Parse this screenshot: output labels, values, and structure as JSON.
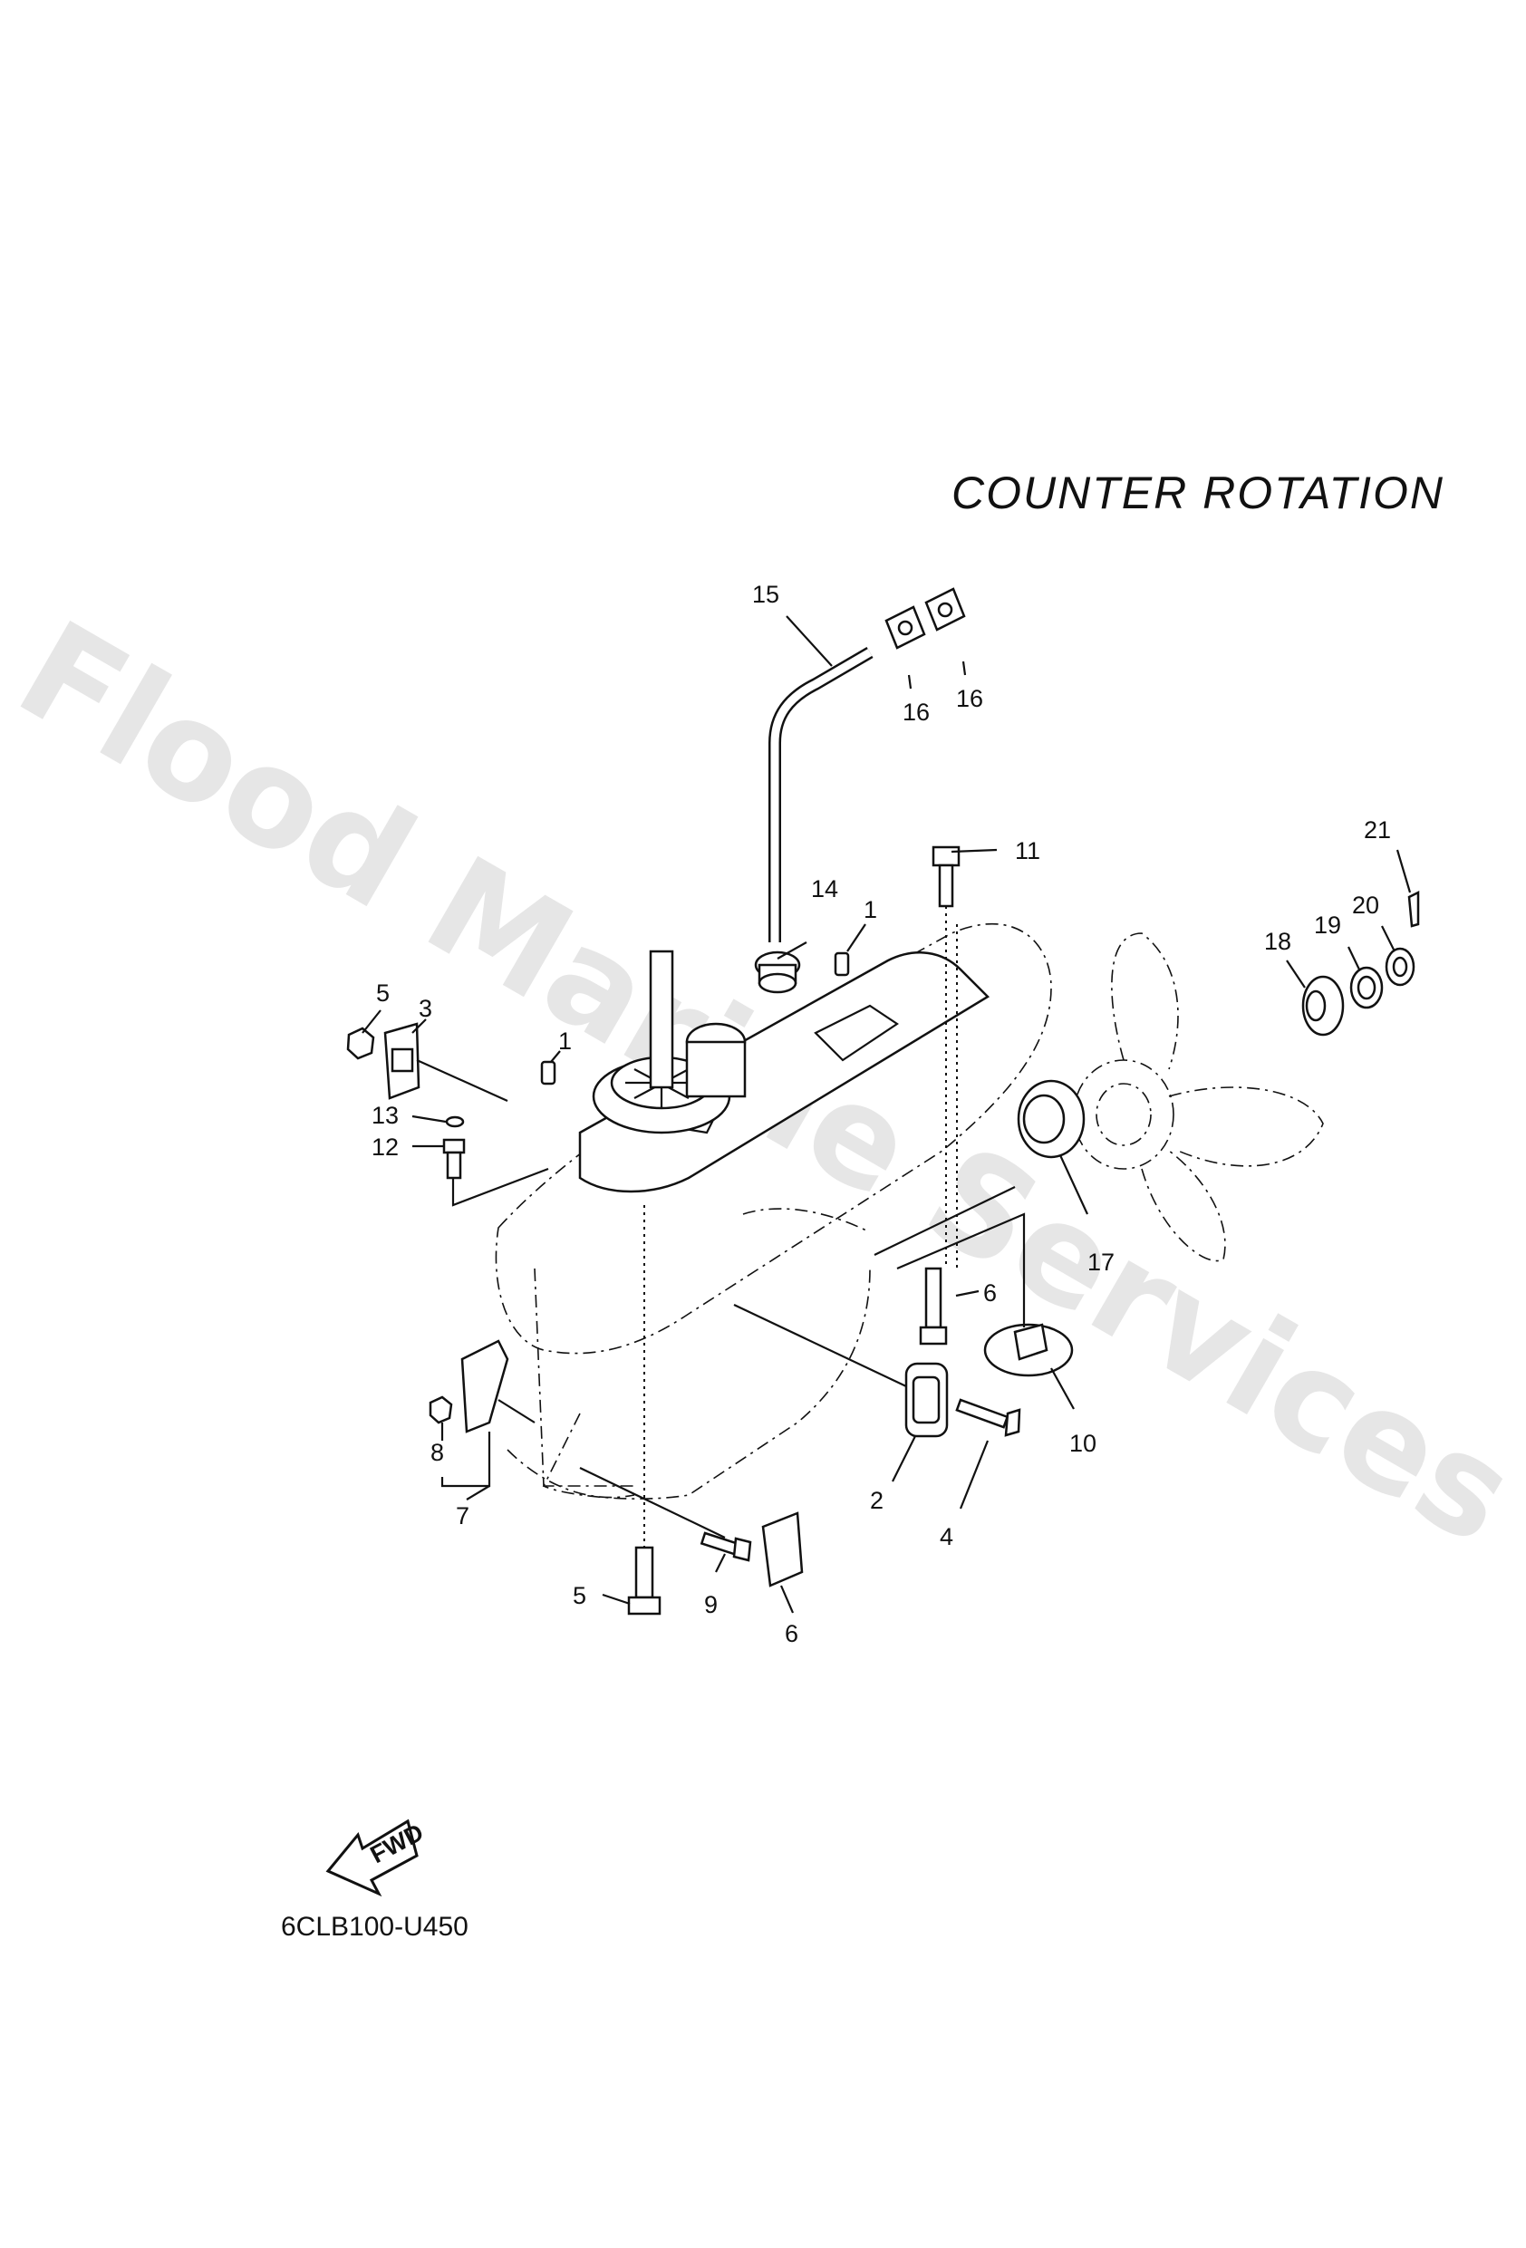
{
  "title": "COUNTER  ROTATION",
  "diagram_code": "6CLB100-U450",
  "watermark": "Flood Marine Services",
  "fwd_arrow_label": "FWD",
  "callouts": {
    "c1a": "1",
    "c1b": "1",
    "c2": "2",
    "c3": "3",
    "c4": "4",
    "c5a": "5",
    "c5b": "5",
    "c6a": "6",
    "c6b": "6",
    "c7": "7",
    "c8": "8",
    "c9": "9",
    "c10": "10",
    "c11": "11",
    "c12": "12",
    "c13": "13",
    "c14": "14",
    "c15": "15",
    "c16a": "16",
    "c16b": "16",
    "c17": "17",
    "c18": "18",
    "c19": "19",
    "c20": "20",
    "c21": "21"
  }
}
